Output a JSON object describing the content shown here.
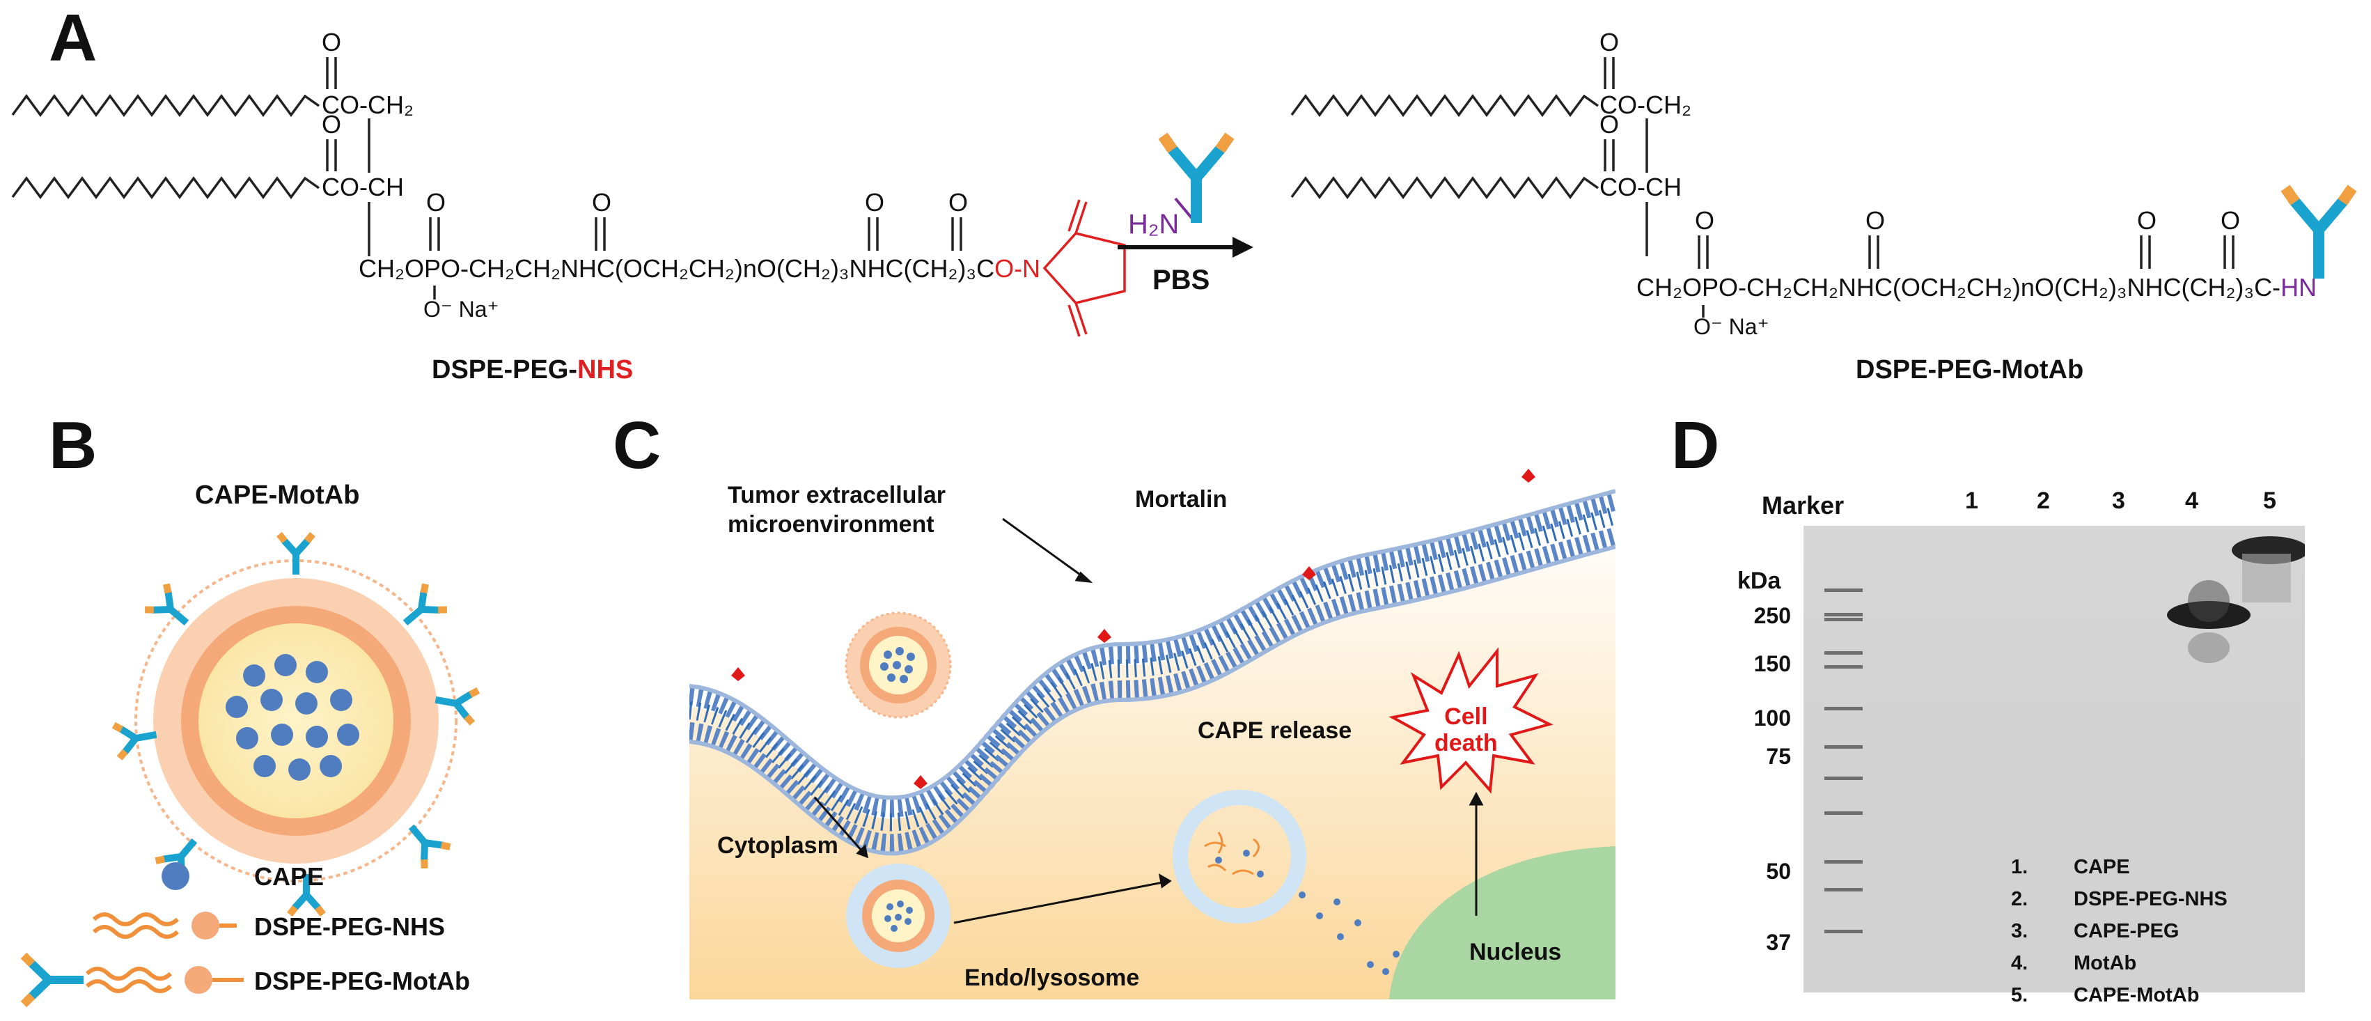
{
  "panels": {
    "a": "A",
    "b": "B",
    "c": "C",
    "d": "D"
  },
  "panel_a": {
    "left_molecule": {
      "ester1": "CO-CH₂",
      "ester2": "CO-CH",
      "carbonyl": "O",
      "chain": "CH₂OPO-CH₂CH₂NHC(OCH₂CH₂)nO(CH₂)₃NHC(CH₂)₃C",
      "chain_tail": "O-N",
      "phosphate_o": "O",
      "na": "O⁻ Na⁺",
      "name_prefix": "DSPE-PEG-",
      "name_suffix": "NHS"
    },
    "reagent": "H₂N",
    "arrow_label": "PBS",
    "right_molecule": {
      "ester1": "CO-CH₂",
      "ester2": "CO-CH",
      "chain": "CH₂OPO-CH₂CH₂NHC(OCH₂CH₂)nO(CH₂)₃NHC(CH₂)₃C-",
      "hn": "HN",
      "na": "O⁻ Na⁺",
      "name": "DSPE-PEG-MotAb"
    }
  },
  "panel_b": {
    "title": "CAPE-MotAb",
    "legend": [
      "CAPE",
      "DSPE-PEG-NHS",
      "DSPE-PEG-MotAb"
    ]
  },
  "panel_c": {
    "labels": {
      "extracellular": "Tumor extracellular\nmicroenvironment",
      "mortalin": "Mortalin",
      "cape_release": "CAPE release",
      "cytoplasm": "Cytoplasm",
      "endo": "Endo/lysosome",
      "nucleus": "Nucleus",
      "cell_death": "Cell\ndeath"
    }
  },
  "panel_d": {
    "marker": "Marker",
    "lanes": [
      "1",
      "2",
      "3",
      "4",
      "5"
    ],
    "kda": "kDa",
    "mw_ticks": [
      "250",
      "150",
      "100",
      "75",
      "50",
      "37"
    ],
    "legend": [
      {
        "n": "1.",
        "label": "CAPE"
      },
      {
        "n": "2.",
        "label": "DSPE-PEG-NHS"
      },
      {
        "n": "3.",
        "label": "CAPE-PEG"
      },
      {
        "n": "4.",
        "label": "MotAb"
      },
      {
        "n": "5.",
        "label": "CAPE-MotAb"
      }
    ]
  },
  "colors": {
    "antibody_blue": "#1aa3cf",
    "antibody_orange": "#f0a040",
    "nhs_red": "#e02020",
    "purple": "#7a2a9a",
    "membrane_blue": "#5a86c8",
    "micelle_orange": "#f5a878",
    "cape_dot": "#4f7dbf"
  }
}
